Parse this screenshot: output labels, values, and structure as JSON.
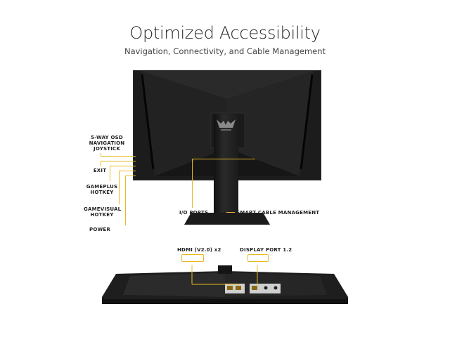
{
  "header": {
    "title": "Optimized Accessibility",
    "subtitle": "Navigation, Connectivity, and Cable Management"
  },
  "callouts": {
    "joystick": "5-WAY OSD NAVIGATION JOYSTICK",
    "exit": "EXIT",
    "gameplus": "GAMEPLUS HOTKEY",
    "gamevisual": "GAMEVISUAL HOTKEY",
    "power": "POWER",
    "io_ports": "I/O PORTS",
    "cable_mgmt": "SMART CABLE MANAGEMENT",
    "hdmi": "HDMI (V2.0) x2",
    "displayport": "DISPLAY PORT 1.2"
  },
  "logo": {
    "text": "TUF GAMING"
  },
  "colors": {
    "accent": "#e8b923",
    "monitor": "#1c1c1c"
  }
}
